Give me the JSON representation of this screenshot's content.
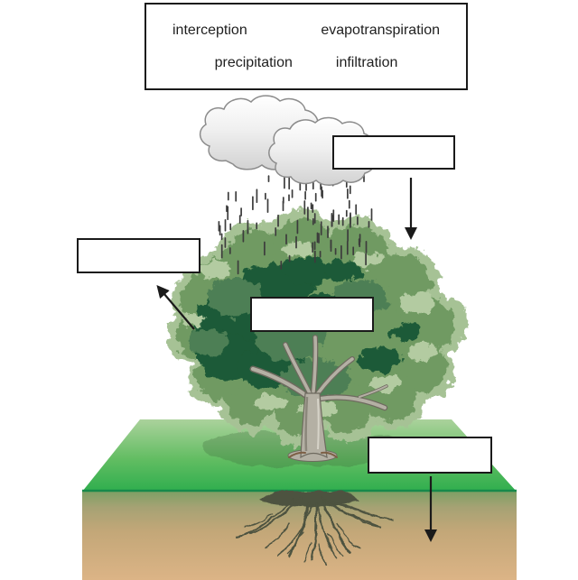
{
  "word_bank": {
    "words": [
      "interception",
      "evapotranspiration",
      "precipitation",
      "infiltration"
    ]
  },
  "answer_boxes": [
    {
      "id": "top-right",
      "value": ""
    },
    {
      "id": "left",
      "value": ""
    },
    {
      "id": "center-canopy",
      "value": ""
    },
    {
      "id": "bottom-right",
      "value": ""
    }
  ],
  "colors": {
    "box_border": "#1a1a1a",
    "arrow": "#1a1a1a",
    "canopy_dark": "#1e5a37",
    "canopy_medium": "#6f9a62",
    "canopy_light": "#a6c295",
    "grass_back": "#abd29c",
    "grass_front": "#2fae4e",
    "soil_top": "#7fa065",
    "soil_bottom": "#dcb486",
    "cloud_fill_top": "#ffffff",
    "cloud_fill_bottom": "#d2d2d2",
    "cloud_outline": "#8c8c8c",
    "trunk": "#b4b0a4",
    "roots": "#4d523f"
  }
}
